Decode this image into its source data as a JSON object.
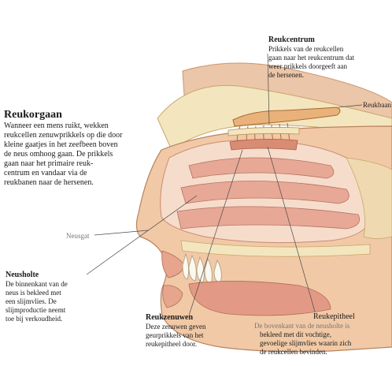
{
  "intro": {
    "title": "Reukorgaan",
    "body": [
      "Wanneer een mens ruikt, wekken",
      "reukcellen zenuwprikkels op die door",
      "kleine gaatjes in het zeefbeen boven",
      "de neus omhoog gaan. De prikkels",
      "gaan naar het primaire reuk-",
      "centrum en vandaar via de",
      "reukbanen naar de hersenen."
    ]
  },
  "reukcentrum": {
    "title": "Reukcentrum",
    "body": [
      "Prikkels van de reukcellen",
      "gaan naar het reukcentrum dat",
      "weer prikkels doorgeeft aan",
      "de hersenen."
    ]
  },
  "reukbaan": {
    "label": "Reukbaan"
  },
  "neusgat": {
    "label": "Neusgat"
  },
  "neusholte": {
    "title": "Neusholte",
    "body": [
      "De binnenkant van de",
      "neus is bekleed met",
      "een slijmvlies. De",
      "slijmproductie neemt",
      "toe bij verkoudheid."
    ]
  },
  "reukzenuwen": {
    "title": "Reukzenuwen",
    "body": [
      "Deze zenuwen geven",
      "geurprikkels van het",
      "reukepitheel door."
    ]
  },
  "reukepitheel": {
    "title": "Reukepitheel",
    "body": [
      "De bovenkant van de neusholte is",
      "bekleed met dit vochtige,",
      "gevoelige slijmvlies waarin zich",
      "de reukcellen bevinden."
    ]
  },
  "colors": {
    "skin": "#f1c9a6",
    "mucosa": "#e8a896",
    "cavity": "#f6dccb",
    "bone": "#f3e6bf",
    "bulb": "#e9b27a",
    "leader": "#4a4a4a"
  }
}
